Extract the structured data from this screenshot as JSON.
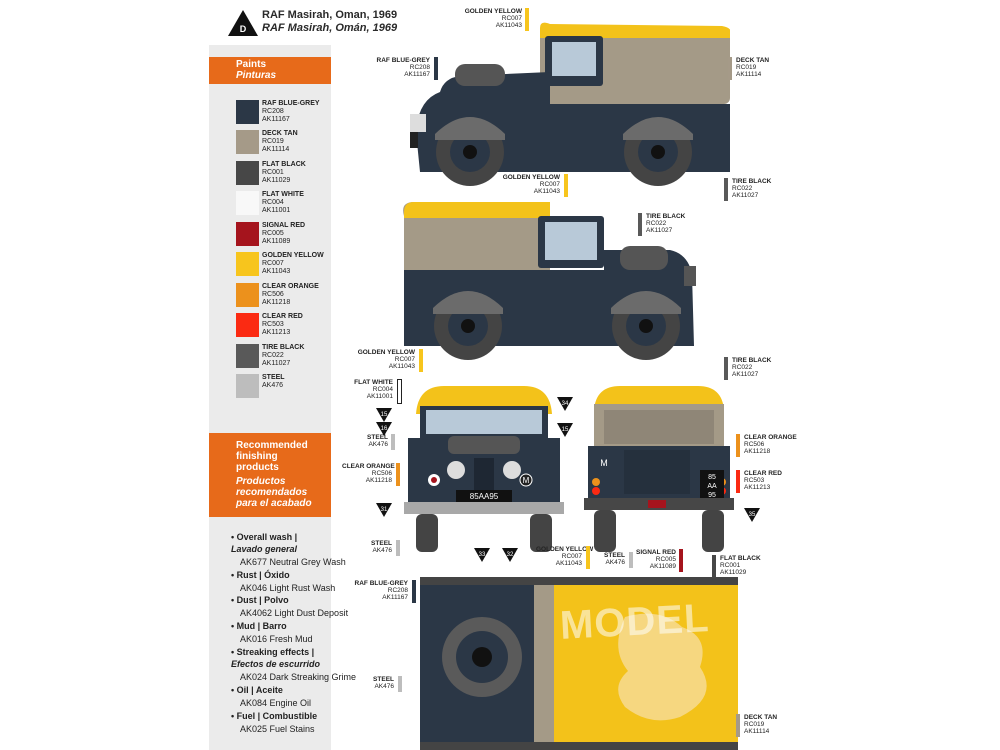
{
  "header": {
    "marker_letter": "D",
    "title_en": "RAF Masirah, Oman, 1969",
    "title_es": "RAF Masirah, Omán, 1969"
  },
  "paints": {
    "title_en": "Paints",
    "title_es": "Pinturas",
    "items": [
      {
        "name": "RAF BLUE-GREY",
        "code": "RC208",
        "ak": "AK11167",
        "color": "#2b3746"
      },
      {
        "name": "DECK TAN",
        "code": "RC019",
        "ak": "AK11114",
        "color": "#a59a88"
      },
      {
        "name": "FLAT BLACK",
        "code": "RC001",
        "ak": "AK11029",
        "color": "#474747"
      },
      {
        "name": "FLAT WHITE",
        "code": "RC004",
        "ak": "AK11001",
        "color": "#f8f8f8"
      },
      {
        "name": "SIGNAL RED",
        "code": "RC005",
        "ak": "AK11089",
        "color": "#a5141d"
      },
      {
        "name": "GOLDEN YELLOW",
        "code": "RC007",
        "ak": "AK11043",
        "color": "#f7c51d"
      },
      {
        "name": "CLEAR ORANGE",
        "code": "RC506",
        "ak": "AK11218",
        "color": "#ec911c"
      },
      {
        "name": "CLEAR RED",
        "code": "RC503",
        "ak": "AK11213",
        "color": "#fb2a12"
      },
      {
        "name": "TIRE BLACK",
        "code": "RC022",
        "ak": "AK11027",
        "color": "#595959"
      },
      {
        "name": "STEEL",
        "code": "AK476",
        "ak": "",
        "color": "#bdbdbd"
      }
    ]
  },
  "finishing": {
    "title_en": [
      "Recommended",
      "finishing",
      "products"
    ],
    "title_es": [
      "Productos",
      "recomendados",
      "para el acabado"
    ],
    "groups": [
      {
        "head": "• Overall wash |",
        "head_es": "Lavado general",
        "product": "AK677 Neutral Grey Wash"
      },
      {
        "head": "• Rust | Óxido",
        "head_es": "",
        "product": "AK046 Light Rust Wash"
      },
      {
        "head": "• Dust | Polvo",
        "head_es": "",
        "product": "AK4062 Light Dust Deposit"
      },
      {
        "head": "• Mud | Barro",
        "head_es": "",
        "product": "AK016 Fresh Mud"
      },
      {
        "head": "• Streaking effects |",
        "head_es": "Efectos de escurrido",
        "product": "AK024 Dark Streaking Grime"
      },
      {
        "head": "• Oil | Aceite",
        "head_es": "",
        "product": "AK084 Engine Oil"
      },
      {
        "head": "• Fuel | Combustible",
        "head_es": "",
        "product": "AK025 Fuel Stains"
      }
    ]
  },
  "callouts": {
    "golden_yellow": {
      "name": "GOLDEN YELLOW",
      "code": "RC007",
      "ak": "AK11043"
    },
    "raf_blue_grey": {
      "name": "RAF BLUE-GREY",
      "code": "RC208",
      "ak": "AK11167"
    },
    "deck_tan": {
      "name": "DECK TAN",
      "code": "RC019",
      "ak": "AK11114"
    },
    "tire_black": {
      "name": "TIRE BLACK",
      "code": "RC022",
      "ak": "AK11027"
    },
    "flat_white": {
      "name": "FLAT WHITE",
      "code": "RC004",
      "ak": "AK11001"
    },
    "steel": {
      "name": "STEEL",
      "code": "AK476"
    },
    "clear_orange": {
      "name": "CLEAR ORANGE",
      "code": "RC506",
      "ak": "AK11218"
    },
    "clear_red": {
      "name": "CLEAR RED",
      "code": "RC503",
      "ak": "AK11213"
    },
    "signal_red": {
      "name": "SIGNAL RED",
      "code": "RC005",
      "ak": "AK11089"
    },
    "flat_black": {
      "name": "FLAT BLACK",
      "code": "RC001",
      "ak": "AK11029"
    }
  },
  "decals": {
    "front_plate": "85AA95",
    "rear_plate_top": "85",
    "rear_plate_mid": "AA",
    "rear_plate_bot": "95",
    "rear_letter": "M",
    "front_letter": "M",
    "numbers": [
      "15",
      "16",
      "31",
      "33",
      "32",
      "34",
      "15",
      "35"
    ]
  },
  "watermark": "MODEL"
}
